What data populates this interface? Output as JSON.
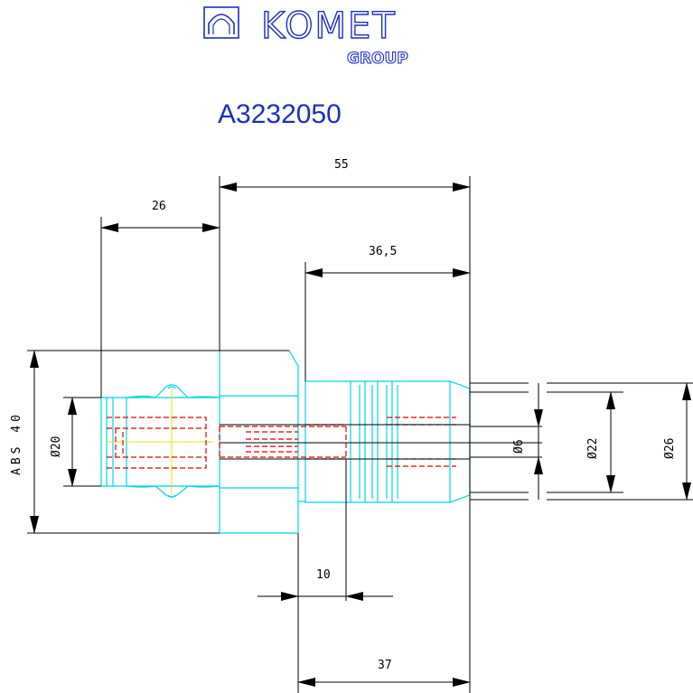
{
  "logo": {
    "icon": "komet-arc-logo-icon",
    "name": "KOMET",
    "group": "GROUP",
    "color": "#1c2fc4"
  },
  "part_number": "A3232050",
  "dimensions": {
    "length_total": "55",
    "length_shank": "26",
    "length_body": "36,5",
    "length_step": "10",
    "length_bottom": "37",
    "abs": "ABS 40",
    "dia_left": "Ø20",
    "dia_bore": "Ø6",
    "dia_mid": "Ø22",
    "dia_outer": "Ø26"
  },
  "colors": {
    "outline": "#00d4e8",
    "hidden": "#e00000",
    "centerline": "#e6e600",
    "dimension": "#000000"
  }
}
